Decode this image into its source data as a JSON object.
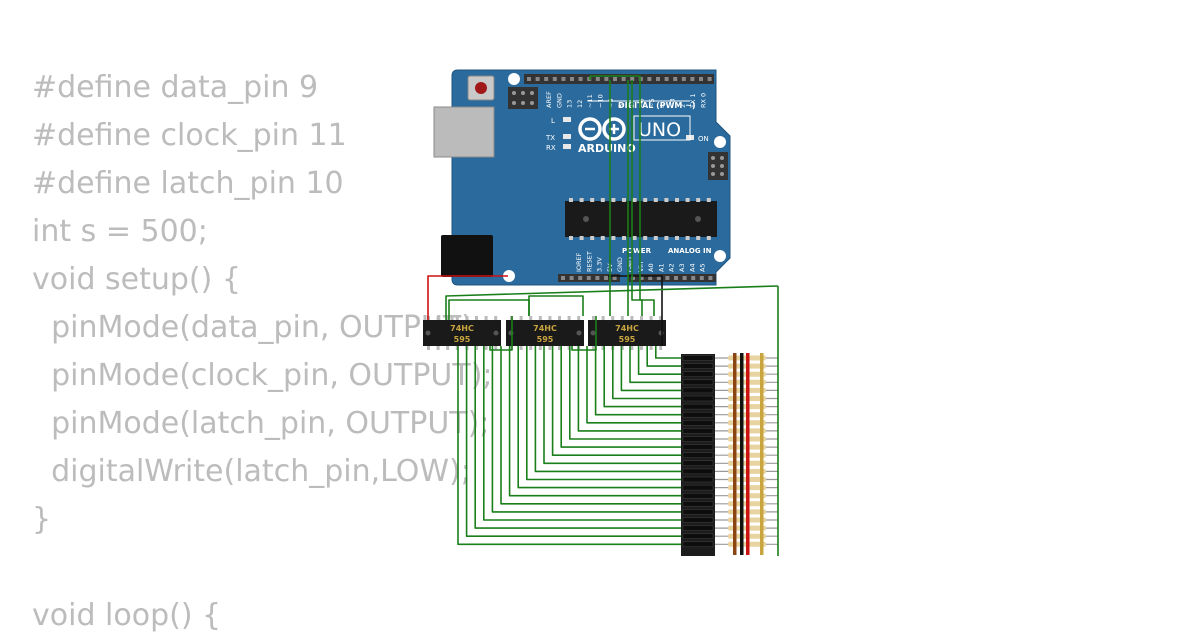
{
  "code_lines": [
    "#define data_pin 9",
    "#define clock_pin 11",
    "#define latch_pin 10",
    "int s = 500;",
    "void setup() {",
    "  pinMode(data_pin, OUTPUT);",
    "  pinMode(clock_pin, OUTPUT);",
    "  pinMode(latch_pin, OUTPUT);",
    "  digitalWrite(latch_pin,LOW);",
    "}",
    "",
    "void loop() {"
  ],
  "board": {
    "brand": "ARDUINO",
    "model": "UNO",
    "digital_header_label": "DIGITAL (PWM ~)",
    "power_header_label": "POWER",
    "analog_header_label": "ANALOG IN",
    "led_labels": {
      "l": "L",
      "tx": "TX",
      "rx": "RX",
      "on": "ON"
    },
    "top_pin_labels": [
      "AREF",
      "GND",
      "13",
      "12",
      "~11",
      "~10",
      "~9",
      "8",
      "7",
      "~6",
      "~5",
      "4",
      "~3",
      "2",
      "TX 1",
      "RX 0"
    ],
    "bottom_pin_labels": [
      "IOREF",
      "RESET",
      "3.3V",
      "5V",
      "GND",
      "GND",
      "Vin",
      "A0",
      "A1",
      "A2",
      "A3",
      "A4",
      "A5"
    ],
    "colors": {
      "board": "#2a6a9c",
      "header": "#333333",
      "silk": "#ffffff"
    }
  },
  "shift_registers": [
    {
      "line1": "74HC",
      "line2": "595"
    },
    {
      "line1": "74HC",
      "line2": "595"
    },
    {
      "line1": "74HC",
      "line2": "595"
    }
  ],
  "led_count": 24,
  "wire_colors": {
    "signal": "#1a7f1a",
    "power": "#cc1111",
    "ground": "#111111"
  },
  "led_bar_color": "#1c1c1c",
  "resistor_bands": [
    "#8b4513",
    "#111111",
    "#cc1111",
    "#c9a53f"
  ]
}
